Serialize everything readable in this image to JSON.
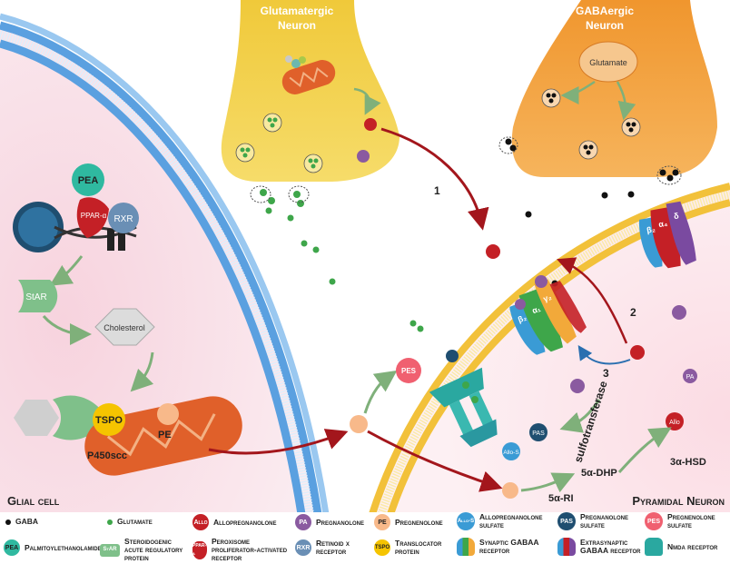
{
  "neurons": {
    "glutamatergic": [
      "Glutamatergic",
      "Neuron"
    ],
    "gabaergic": [
      "GABAergic",
      "Neuron"
    ],
    "glial": "Glial cell",
    "pyramidal": "Pyramidal Neuron"
  },
  "gaba_neuron_label": "Glutamate",
  "pathway": {
    "pea": "PEA",
    "ppar": "PPAR-α",
    "rxr": "RXR",
    "star": "StAR",
    "cholesterol": "Cholesterol",
    "tspo": "TSPO",
    "pe": "PE",
    "p450scc": "P450scc",
    "pes": "PES",
    "sulfotransferase": "sulfotransferase",
    "pas": "PAS",
    "allo_s": "Allo-S",
    "five_alpha_ri": "5α-RI",
    "five_alpha_dhp": "5α-DHP",
    "three_alpha_hsd": "3α-HSD",
    "allo": "Allo",
    "pa": "PA"
  },
  "steps": [
    "1",
    "2",
    "3"
  ],
  "receptor_subunits": {
    "synaptic": [
      "β₂",
      "α₁",
      "γ₂"
    ],
    "extrasynaptic": [
      "β₂",
      "α₄",
      "δ"
    ]
  },
  "legend": [
    {
      "icon": "black-dot",
      "text": "GABA"
    },
    {
      "icon": "green-dot",
      "text": "Glutamate"
    },
    {
      "icon": "allo-circle",
      "abbr": "Allo",
      "text": "Allopregnanolone"
    },
    {
      "icon": "pa-circle",
      "abbr": "PA",
      "text": "Pregnanolone"
    },
    {
      "icon": "pe-circle",
      "abbr": "PE",
      "text": "Pregnenolone"
    },
    {
      "icon": "allos-circle",
      "abbr": "Allo-S",
      "text": "Allopregnanolone sulfate"
    },
    {
      "icon": "pas-circle",
      "abbr": "PAS",
      "text": "Pregnanolone sulfate"
    },
    {
      "icon": "pes-circle",
      "abbr": "PES",
      "text": "Pregnenolone sulfate"
    },
    {
      "icon": "pea-circle",
      "abbr": "PEA",
      "text": "Palmitoylethanolamide"
    },
    {
      "icon": "star-shape",
      "abbr": "StAR",
      "text": "Steroidogenic acute regulatory protein"
    },
    {
      "icon": "ppar-shape",
      "abbr": "PPAR-α",
      "text": "Peroxisome proliferator-activated receptor"
    },
    {
      "icon": "rxr-circle",
      "abbr": "RXR",
      "text": "Retinoid x receptor"
    },
    {
      "icon": "tspo-circle",
      "abbr": "TSPO",
      "text": "Translocator protein"
    },
    {
      "icon": "synaptic-gabaa-icon",
      "text": "Synaptic GABAA receptor"
    },
    {
      "icon": "extrasynaptic-gabaa-icon",
      "text": "Extrasynaptic GABAA receptor"
    },
    {
      "icon": "nmda-icon",
      "text": "Nmda receptor"
    }
  ],
  "colors": {
    "glial_bg": "#f7dde6",
    "membrane_blue": "#4a90d9",
    "glutamatergic": "#f2d24a",
    "gabaergic": "#f0a040",
    "pyramidal_membrane": "#f5c842",
    "allo_red": "#c42026",
    "arrow_red": "#a3161c",
    "arrow_green": "#7fb07a",
    "mito_orange": "#e0602a",
    "tspo_yellow": "#f5c400",
    "pea_teal": "#2fb9a0",
    "rxr_blue": "#6a8fb5"
  }
}
